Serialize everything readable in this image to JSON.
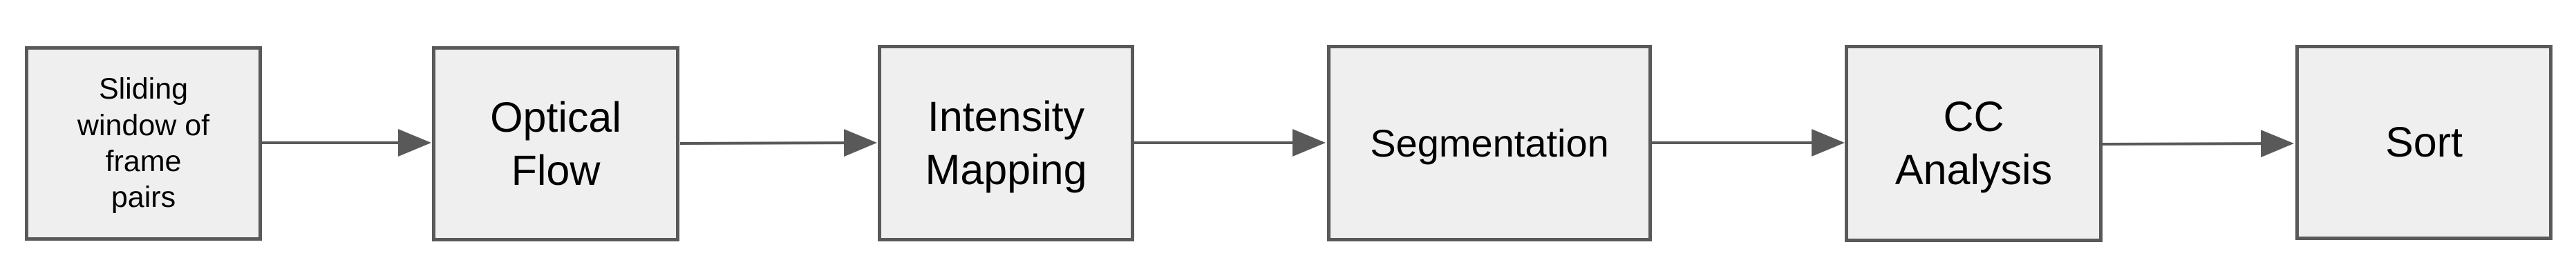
{
  "diagram": {
    "type": "pipeline-flowchart",
    "colors": {
      "node_fill": "#efefef",
      "node_border": "#595959",
      "arrow": "#595959",
      "text": "#000000"
    },
    "nodes": [
      {
        "id": "sliding-window",
        "label": "Sliding\nwindow of\nframe\npairs"
      },
      {
        "id": "optical-flow",
        "label": "Optical\nFlow"
      },
      {
        "id": "intensity-mapping",
        "label": "Intensity\nMapping"
      },
      {
        "id": "segmentation",
        "label": "Segmentation"
      },
      {
        "id": "cc-analysis",
        "label": "CC\nAnalysis"
      },
      {
        "id": "sort",
        "label": "Sort"
      }
    ],
    "edges": [
      {
        "from": "sliding-window",
        "to": "optical-flow"
      },
      {
        "from": "optical-flow",
        "to": "intensity-mapping"
      },
      {
        "from": "intensity-mapping",
        "to": "segmentation"
      },
      {
        "from": "segmentation",
        "to": "cc-analysis"
      },
      {
        "from": "cc-analysis",
        "to": "sort"
      }
    ]
  }
}
